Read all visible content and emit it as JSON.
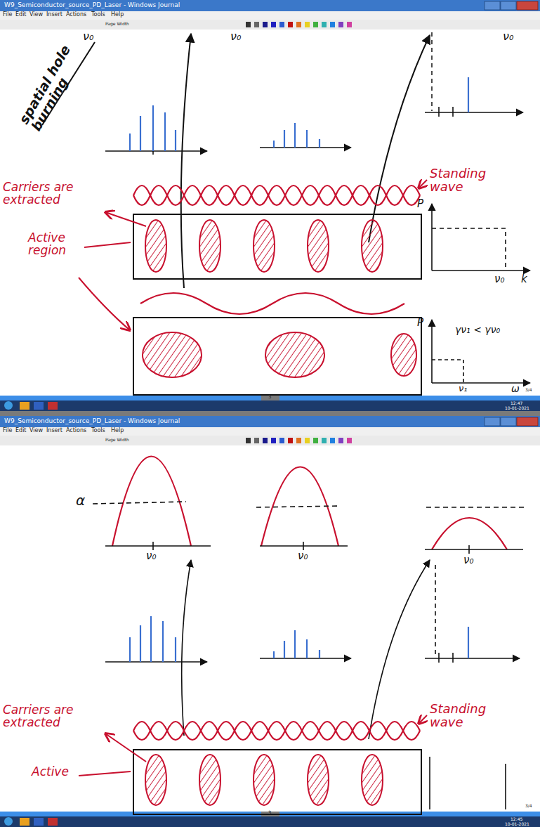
{
  "diagram": {
    "nodes": [
      {
        "text": [
          "W9_Semiconductor_source_PD_Laser - Windows Journal"
        ]
      },
      {
        "text": [
          "W9_Semiconductor_source_PD_Laser - Windows Journal"
        ]
      }
    ],
    "labels": [
      "File",
      "Edit",
      "View",
      "Insert",
      "Actions",
      "Tools",
      "Help",
      "Page Width",
      "ν₀",
      "ν₀",
      "ν₀",
      "spatial hole burning",
      "Carriers are extracted",
      "Active region",
      "Standing wave",
      "P",
      "ν₀",
      "k",
      "P",
      "γν₁ < γν₀",
      "ν₁",
      "ω",
      "3/4",
      "3",
      "12:47",
      "10-01-2021",
      "File",
      "Edit",
      "View",
      "Insert",
      "Actions",
      "Tools",
      "Help",
      "Page Width",
      "α",
      "ν₀",
      "ν₀",
      "ν₀",
      "Carriers are extracted",
      "Active",
      "Standing wave",
      "3/4",
      "3",
      "12:45",
      "10-01-2021"
    ]
  }
}
